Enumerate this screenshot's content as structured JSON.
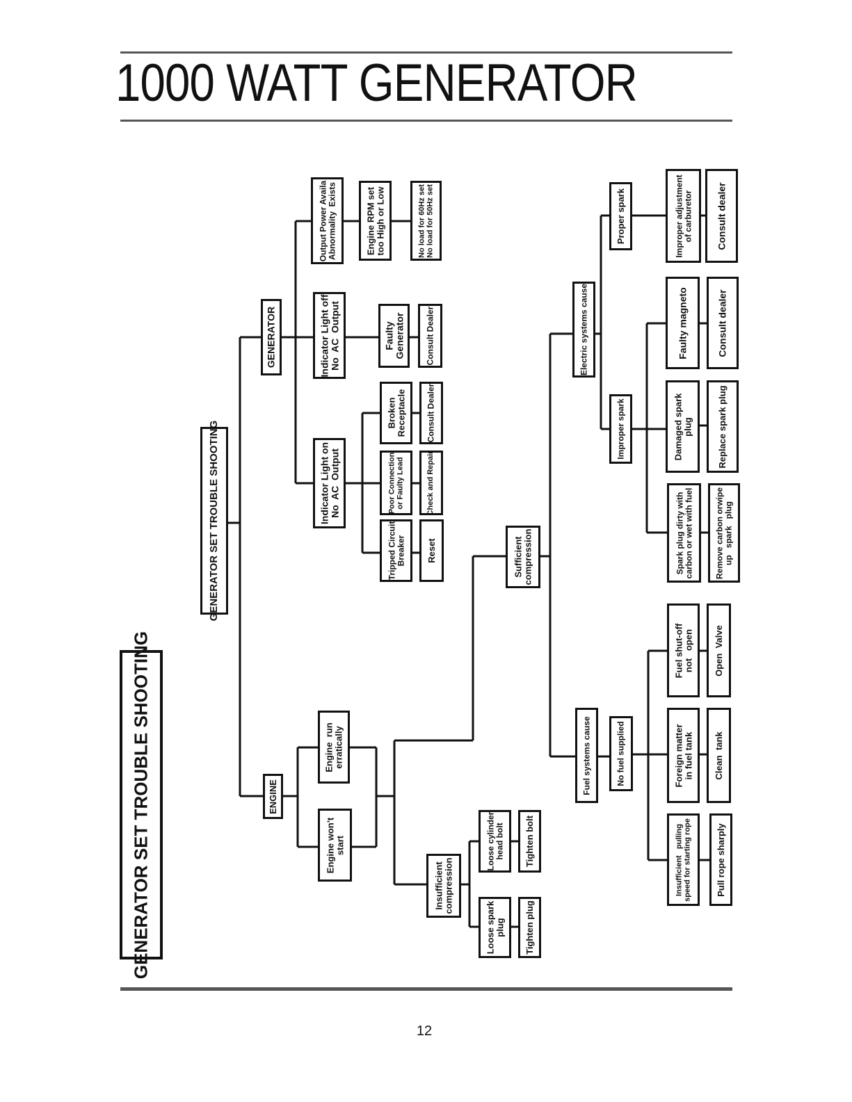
{
  "document": {
    "title": "1000 WATT GENERATOR",
    "page_number": "12"
  },
  "flowchart": {
    "section_heading": "GENERATOR SET TROUBLE SHOOTING",
    "root": "GENERATOR SET TROUBLE SHOOTING",
    "generator": {
      "label": "GENERATOR",
      "output_power": "Output Power Availa\nAbnormality  Exists",
      "engine_rpm": "Engine RPM set\ntoo High or Low",
      "no_load": "No load for 60Hz set\nNo load for 50Hz set",
      "indicator_off": "Indicator Light off\nNo  AC  Output",
      "faulty_generator": "Faulty\nGenerator",
      "consult_dealer_1": "Consult Dealer",
      "indicator_on": "Indicator Light on\nNo  AC  Output",
      "broken_receptacle": "Broken\nReceptacle",
      "consult_dealer_2": "Consult Dealer",
      "poor_connection": "Poor Connection\nor Faulty Lead",
      "check_repair": "Check and Repair",
      "tripped_breaker": "Tripped Circuit\nBreaker",
      "reset": "Reset"
    },
    "engine": {
      "label": "ENGINE",
      "run_erratically": "Engine  run\nerratically",
      "wont_start": "Engine won't\nstart",
      "sufficient_compression": "Sufficient\ncompression",
      "insufficient_compression": "Insufficient\ncompression",
      "loose_cylinder": "Loose cylinder\nhead bolt",
      "tighten_bolt": "Tighten bolt",
      "loose_spark_plug": "Loose spark\nplug",
      "tighten_plug": "Tighten plug",
      "electric_systems": "Electric systems cause",
      "proper_spark": "Proper spark",
      "improper_adjustment": "Improper adjustment\nof carburetor",
      "consult_dealer_3": "Consult dealer",
      "improper_spark": "Improper spark",
      "faulty_magneto": "Faulty magneto",
      "consult_dealer_4": "Consult dealer",
      "damaged_spark_plug": "Damaged spark\nplug",
      "replace_spark_plug": "Replace spark plug",
      "spark_plug_dirty": "Spark plug dirty with\ncarbon or wet with fuel",
      "remove_carbon": "Remove carbon orwipe\nup   spark   plug",
      "fuel_systems": "Fuel systems cause",
      "no_fuel": "No fuel supplied",
      "fuel_shutoff": "Fuel shut-off\nnot   open",
      "open_valve": "Open  Valve",
      "foreign_matter": "Foreign matter\nin fuel tank",
      "clean_tank": "Clean  tank",
      "insufficient_pulling": "Insufficient   pulling\nspeed for starting rope",
      "pull_rope": "Pull rope sharply"
    }
  }
}
